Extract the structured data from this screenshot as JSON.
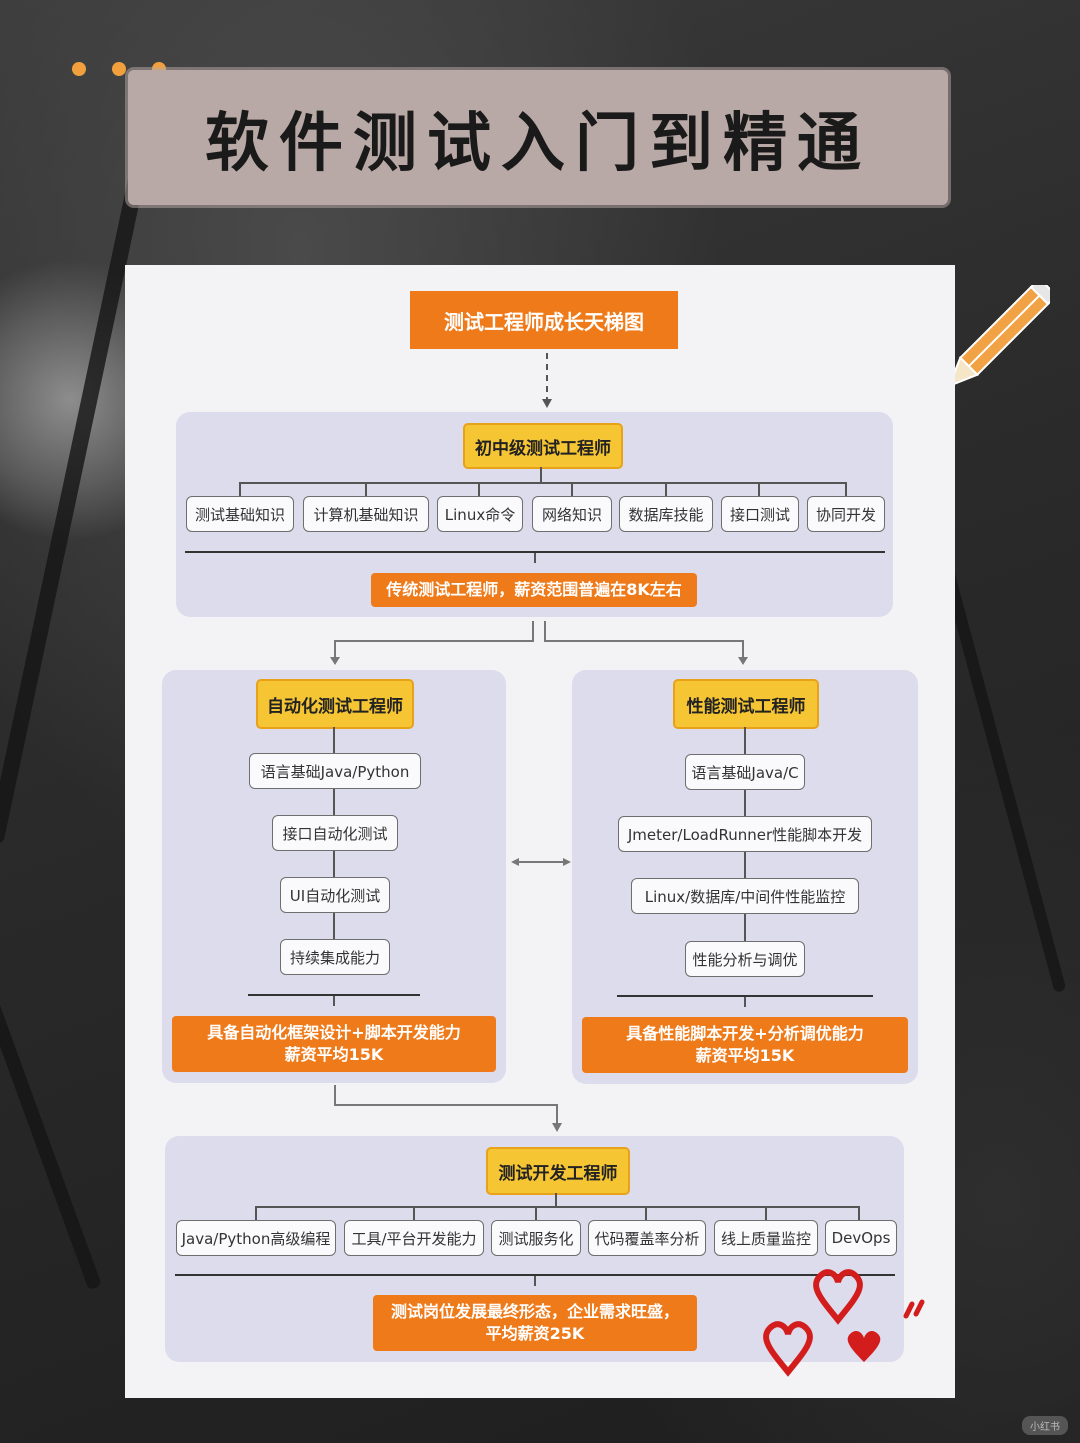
{
  "title": "软件测试入门到精通",
  "diagram": {
    "root": "测试工程师成长天梯图",
    "level1": {
      "title": "初中级测试工程师",
      "skills": [
        "测试基础知识",
        "计算机基础知识",
        "Linux命令",
        "网络知识",
        "数据库技能",
        "接口测试",
        "协同开发"
      ],
      "summary": "传统测试工程师，薪资范围普遍在8K左右"
    },
    "automation": {
      "title": "自动化测试工程师",
      "skills": [
        "语言基础Java/Python",
        "接口自动化测试",
        "UI自动化测试",
        "持续集成能力"
      ],
      "summary_line1": "具备自动化框架设计+脚本开发能力",
      "summary_line2": "薪资平均15K"
    },
    "performance": {
      "title": "性能测试工程师",
      "skills": [
        "语言基础Java/C",
        "Jmeter/LoadRunner性能脚本开发",
        "Linux/数据库/中间件性能监控",
        "性能分析与调优"
      ],
      "summary_line1": "具备性能脚本开发+分析调优能力",
      "summary_line2": "薪资平均15K"
    },
    "dev": {
      "title": "测试开发工程师",
      "skills": [
        "Java/Python高级编程",
        "工具/平台开发能力",
        "测试服务化",
        "代码覆盖率分析",
        "线上质量监控",
        "DevOps"
      ],
      "summary_line1": "测试岗位发展最终形态，企业需求旺盛，",
      "summary_line2": "平均薪资25K"
    }
  },
  "watermark": "小红书",
  "colors": {
    "orange": "#ef7a1a",
    "yellow": "#f5c533",
    "panel": "#dcdcec",
    "banner": "#b8a9a6"
  }
}
